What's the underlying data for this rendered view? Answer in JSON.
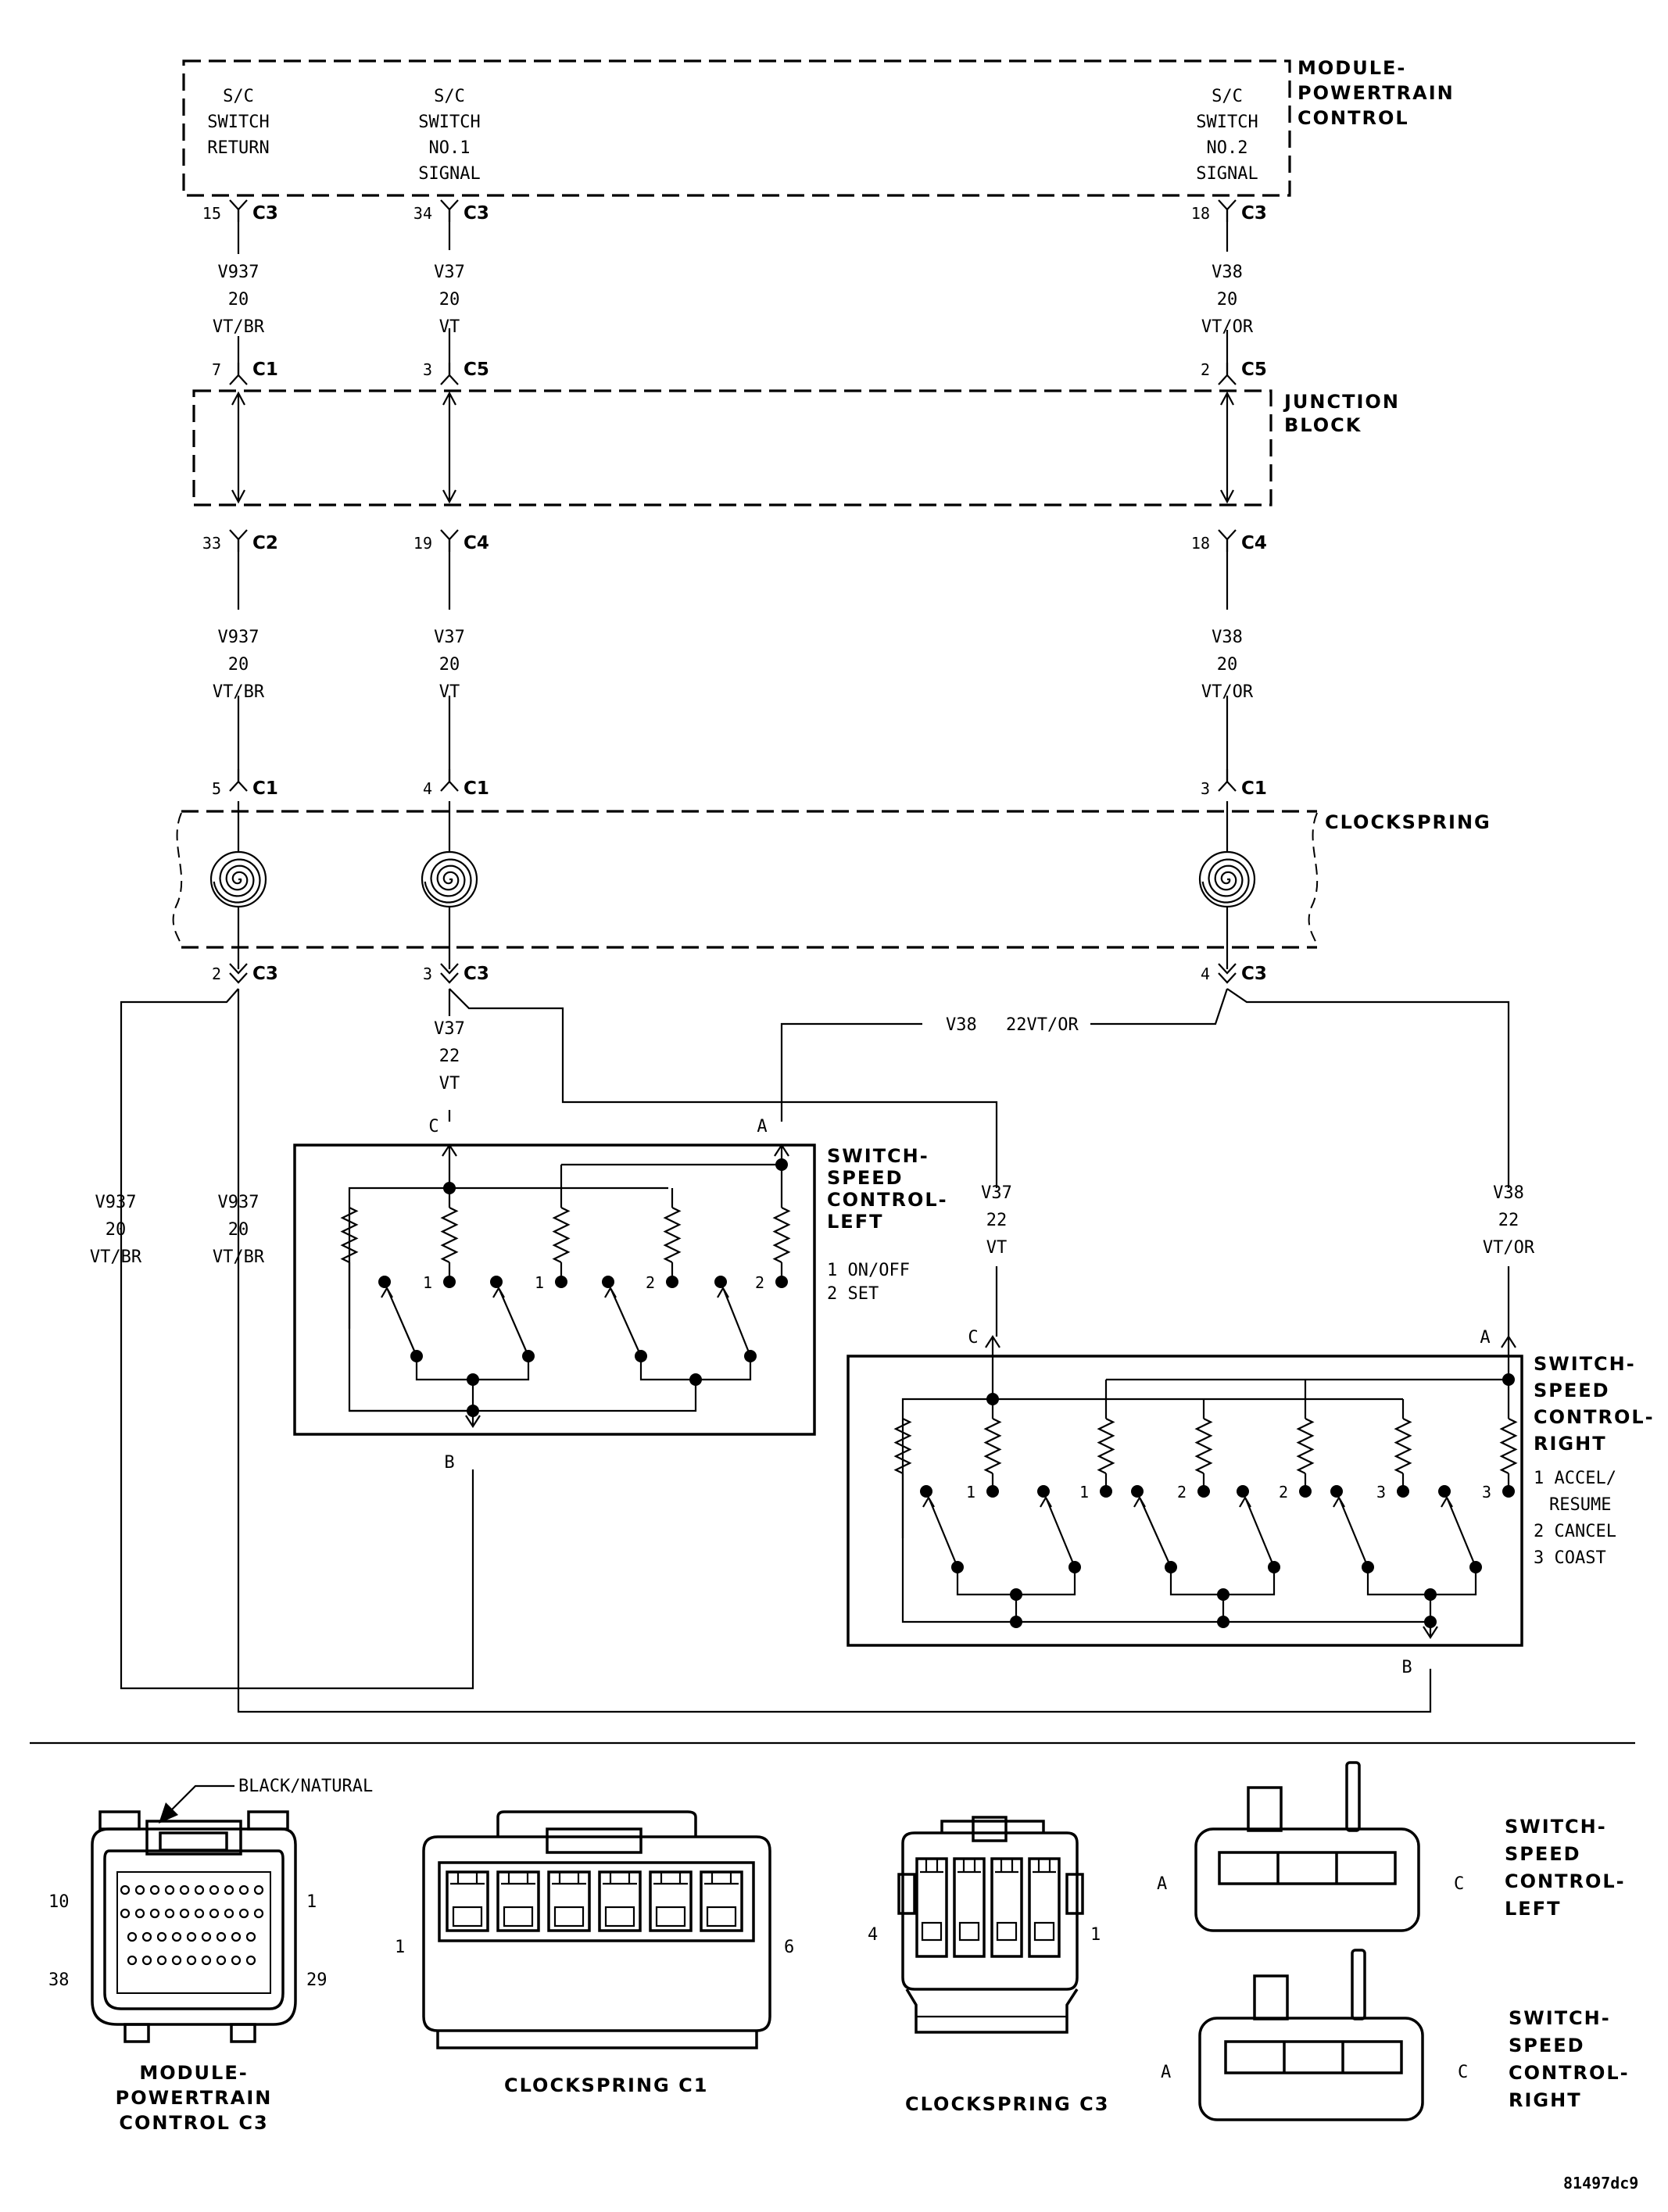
{
  "pcm": {
    "title": [
      "MODULE-",
      "POWERTRAIN",
      "CONTROL"
    ],
    "return_lines": [
      "S/C",
      "SWITCH",
      "RETURN"
    ],
    "sig1_lines": [
      "S/C",
      "SWITCH",
      "NO.1",
      "SIGNAL"
    ],
    "sig2_lines": [
      "S/C",
      "SWITCH",
      "NO.2",
      "SIGNAL"
    ],
    "pins": [
      {
        "num": "15",
        "conn": "C3"
      },
      {
        "num": "34",
        "conn": "C3"
      },
      {
        "num": "18",
        "conn": "C3"
      }
    ]
  },
  "wires_top": [
    {
      "lines": [
        "V937",
        "20",
        "VT/BR"
      ]
    },
    {
      "lines": [
        "V37",
        "20",
        "VT"
      ]
    },
    {
      "lines": [
        "V38",
        "20",
        "VT/OR"
      ]
    }
  ],
  "junction_block": {
    "title": [
      "JUNCTION",
      "BLOCK"
    ],
    "pins_in": [
      {
        "num": "7",
        "conn": "C1"
      },
      {
        "num": "3",
        "conn": "C5"
      },
      {
        "num": "2",
        "conn": "C5"
      }
    ],
    "pins_out": [
      {
        "num": "33",
        "conn": "C2"
      },
      {
        "num": "19",
        "conn": "C4"
      },
      {
        "num": "18",
        "conn": "C4"
      }
    ]
  },
  "wires_mid": [
    {
      "lines": [
        "V937",
        "20",
        "VT/BR"
      ]
    },
    {
      "lines": [
        "V37",
        "20",
        "VT"
      ]
    },
    {
      "lines": [
        "V38",
        "20",
        "VT/OR"
      ]
    }
  ],
  "clockspring": {
    "title": "CLOCKSPRING",
    "pins_in": [
      {
        "num": "5",
        "conn": "C1"
      },
      {
        "num": "4",
        "conn": "C1"
      },
      {
        "num": "3",
        "conn": "C1"
      }
    ],
    "pins_out": [
      {
        "num": "2",
        "conn": "C3"
      },
      {
        "num": "3",
        "conn": "C3"
      },
      {
        "num": "4",
        "conn": "C3"
      }
    ]
  },
  "wires_low": {
    "v38_horizontal": [
      "V38",
      "22VT/OR"
    ],
    "v37_left": [
      "V37",
      "22",
      "VT"
    ],
    "v937_a": [
      "V937",
      "20",
      "VT/BR"
    ],
    "v937_b": [
      "V937",
      "20",
      "VT/BR"
    ],
    "v37_right": [
      "V37",
      "22",
      "VT"
    ],
    "v38_right": [
      "V38",
      "22",
      "VT/OR"
    ]
  },
  "switch_left": {
    "title": [
      "SWITCH-",
      "SPEED",
      "CONTROL-",
      "LEFT"
    ],
    "legend": [
      "1 ON/OFF",
      "2 SET"
    ],
    "pin_c": "C",
    "pin_a": "A",
    "pin_b": "B",
    "contacts": [
      "1",
      "1",
      "2",
      "2"
    ]
  },
  "switch_right": {
    "title": [
      "SWITCH-",
      "SPEED",
      "CONTROL-",
      "RIGHT"
    ],
    "legend": [
      "1 ACCEL/",
      "RESUME",
      "2 CANCEL",
      "3 COAST"
    ],
    "pin_c": "C",
    "pin_a": "A",
    "pin_b": "B",
    "contacts": [
      "1",
      "1",
      "2",
      "2",
      "3",
      "3"
    ]
  },
  "connectors": {
    "pcm_c3": {
      "label": [
        "MODULE-",
        "POWERTRAIN",
        "CONTROL C3"
      ],
      "color": "BLACK/NATURAL",
      "pins": [
        "10",
        "1",
        "38",
        "29"
      ]
    },
    "clockspring_c1": {
      "label": "CLOCKSPRING C1",
      "pins": [
        "1",
        "6"
      ]
    },
    "clockspring_c3": {
      "label": "CLOCKSPRING C3",
      "pins": [
        "4",
        "1"
      ]
    },
    "switch_left": {
      "label": [
        "SWITCH-",
        "SPEED",
        "CONTROL-",
        "LEFT"
      ],
      "pins": [
        "A",
        "C"
      ]
    },
    "switch_right": {
      "label": [
        "SWITCH-",
        "SPEED",
        "CONTROL-",
        "RIGHT"
      ],
      "pins": [
        "A",
        "C"
      ]
    }
  },
  "figure_id": "81497dc9"
}
